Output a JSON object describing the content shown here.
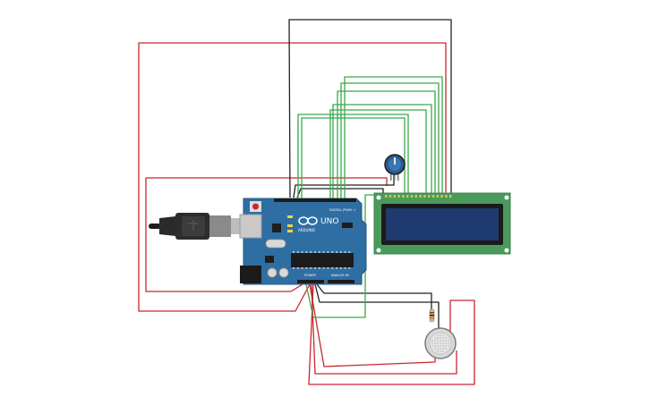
{
  "colors": {
    "board": "#2f6ea3",
    "board_dark": "#23557f",
    "lcd_pcb": "#4a9a5c",
    "lcd_screen": "#1f3a6e",
    "wire_red": "#c8262e",
    "wire_black": "#222222",
    "wire_green": "#3aa84a",
    "pot_knob": "#2b5c8f",
    "sensor": "#d8d8d8"
  },
  "board": {
    "brand": "ARDUINO",
    "model": "UNO",
    "digital_label": "DIGITAL (PWM~)",
    "power_label": "POWER",
    "analog_label": "ANALOG IN"
  },
  "icons": {
    "arduino_logo": "infinity-icon",
    "usb": "usb-plug-icon"
  }
}
